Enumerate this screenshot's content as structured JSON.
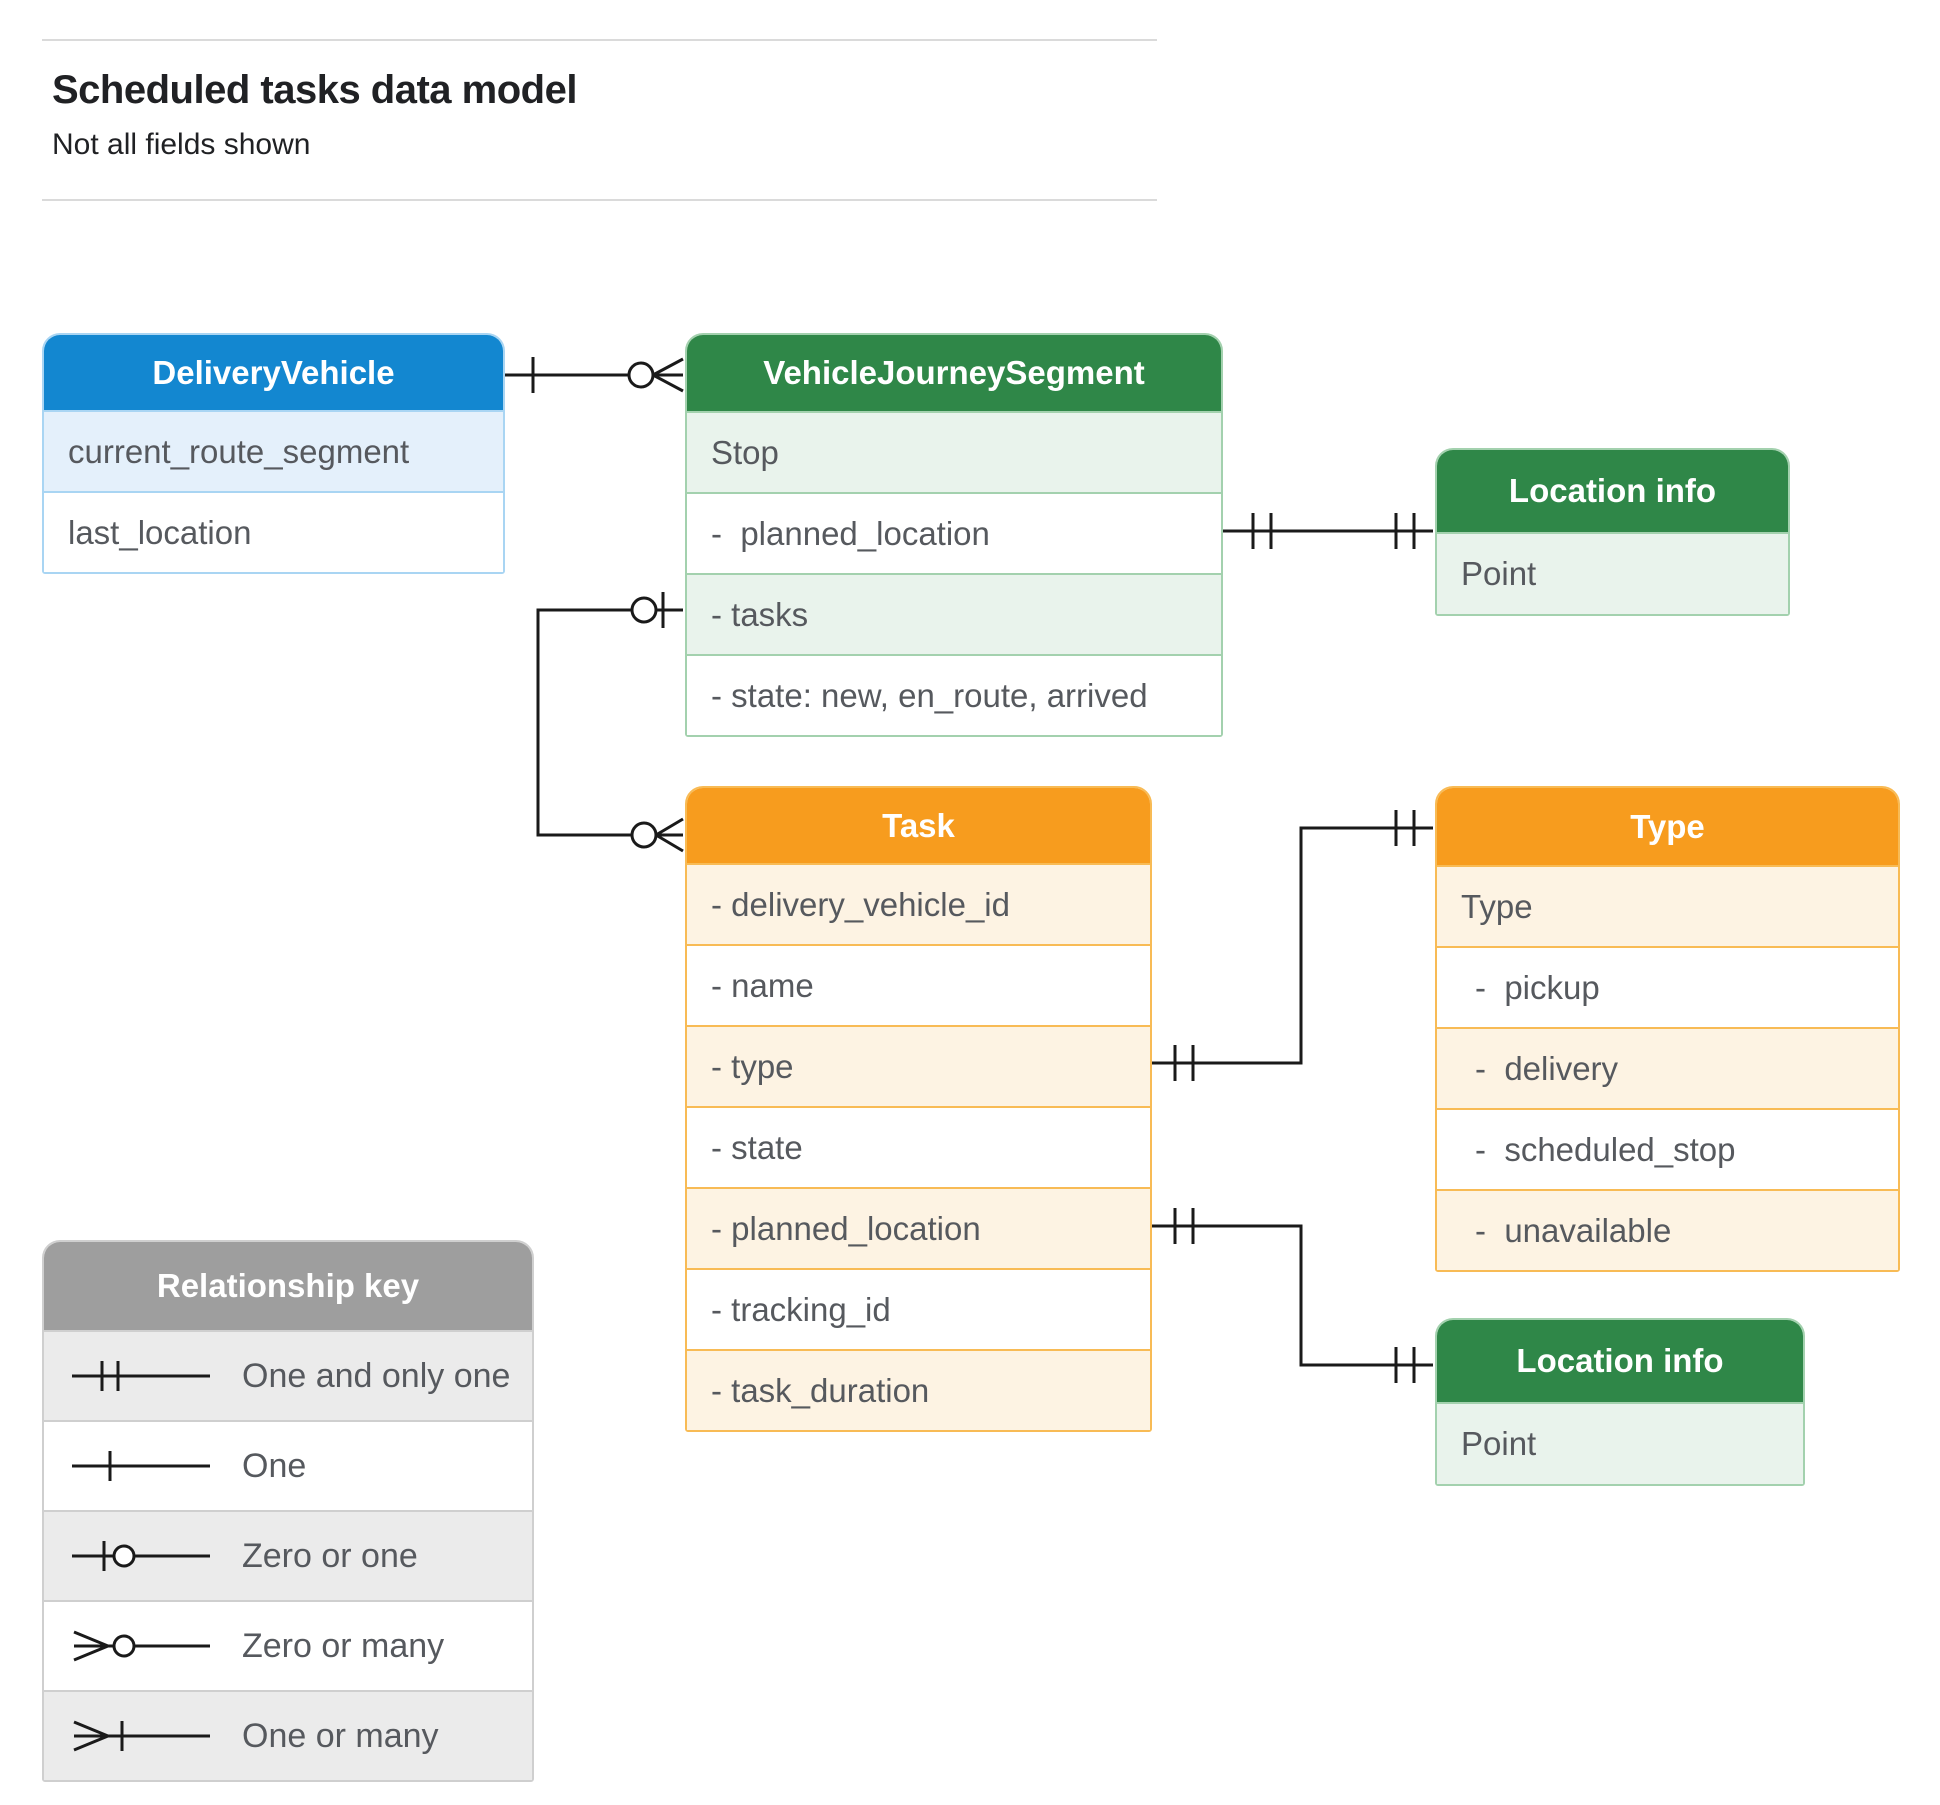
{
  "page": {
    "title": "Scheduled tasks data model",
    "subtitle": "Not all fields shown"
  },
  "entities": {
    "delivery_vehicle": {
      "title": "DeliveryVehicle",
      "rows": [
        {
          "label": "current_route_segment"
        },
        {
          "label": "last_location"
        }
      ]
    },
    "vehicle_journey_segment": {
      "title": "VehicleJourneySegment",
      "rows": [
        {
          "label": "Stop"
        },
        {
          "label": "-  planned_location"
        },
        {
          "label": "- tasks"
        },
        {
          "label": "- state: new, en_route, arrived"
        }
      ]
    },
    "location_info_top": {
      "title": "Location info",
      "rows": [
        {
          "label": "Point"
        }
      ]
    },
    "task": {
      "title": "Task",
      "rows": [
        {
          "label": "- delivery_vehicle_id"
        },
        {
          "label": "- name"
        },
        {
          "label": "- type"
        },
        {
          "label": "- state"
        },
        {
          "label": "- planned_location"
        },
        {
          "label": "- tracking_id"
        },
        {
          "label": "- task_duration"
        }
      ]
    },
    "type": {
      "title": "Type",
      "rows": [
        {
          "label": "Type"
        },
        {
          "label": "-  pickup"
        },
        {
          "label": "-  delivery"
        },
        {
          "label": "-  scheduled_stop"
        },
        {
          "label": "-  unavailable"
        }
      ]
    },
    "location_info_bottom": {
      "title": "Location info",
      "rows": [
        {
          "label": "Point"
        }
      ]
    }
  },
  "legend": {
    "title": "Relationship key",
    "items": [
      {
        "symbol": "one-and-only-one-icon",
        "label": "One and only one"
      },
      {
        "symbol": "one-icon",
        "label": "One"
      },
      {
        "symbol": "zero-or-one-icon",
        "label": "Zero or one"
      },
      {
        "symbol": "zero-or-many-icon",
        "label": "Zero or many"
      },
      {
        "symbol": "one-or-many-icon",
        "label": "One or many"
      }
    ]
  },
  "relationships": [
    {
      "from": "DeliveryVehicle",
      "to": "VehicleJourneySegment",
      "from_end": "one",
      "to_end": "zero or many"
    },
    {
      "from": "VehicleJourneySegment.tasks",
      "to": "Task",
      "from_end": "zero or one",
      "to_end": "zero or many"
    },
    {
      "from": "VehicleJourneySegment.planned_location",
      "to": "Location info",
      "from_end": "one and only one",
      "to_end": "one and only one"
    },
    {
      "from": "Task.type",
      "to": "Type",
      "from_end": "one and only one",
      "to_end": "one and only one"
    },
    {
      "from": "Task.planned_location",
      "to": "Location info",
      "from_end": "one and only one",
      "to_end": "one and only one"
    }
  ],
  "colors": {
    "blue_header": "#1387d0",
    "blue_tint": "#e4f0fb",
    "green_header": "#2f8748",
    "green_tint": "#e9f3ec",
    "orange_header": "#f79c1e",
    "orange_tint": "#fdf3e3",
    "legend_header": "#9e9e9e",
    "legend_tint": "#ebebeb",
    "row_text": "#56595e",
    "connector": "#1a1a1a"
  }
}
